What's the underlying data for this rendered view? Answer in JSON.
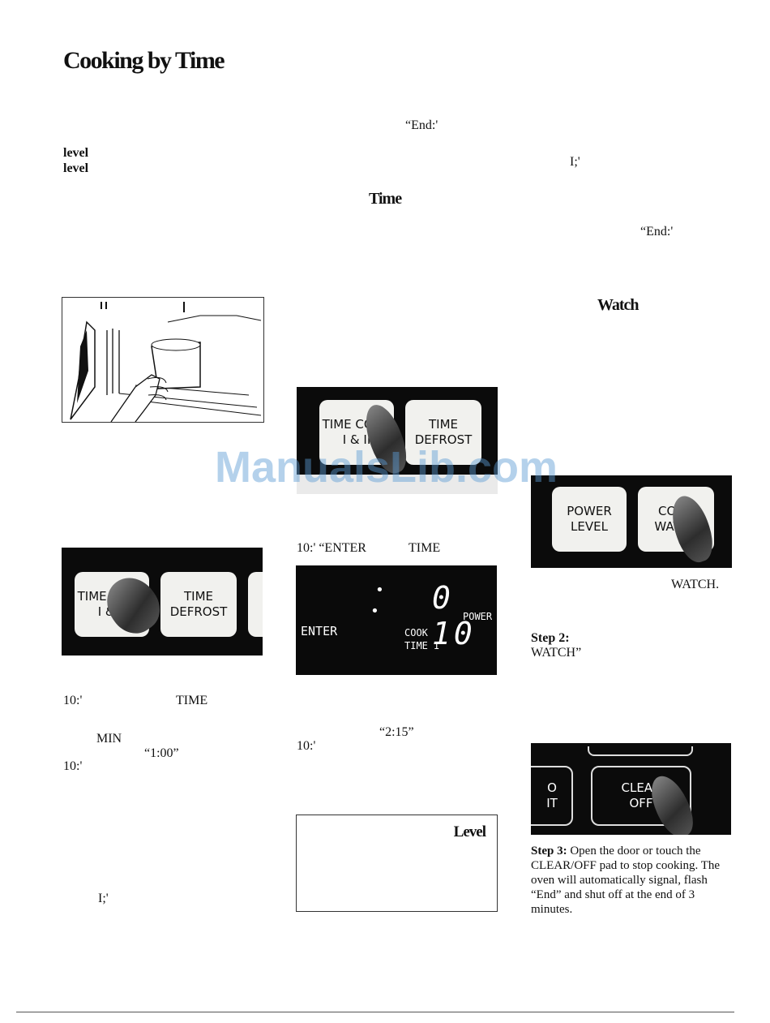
{
  "title": "Cooking by Time",
  "col1": {
    "level_line1": "level",
    "level_line2": "level",
    "t1": "10:'",
    "t1b": "TIME",
    "min": "MIN",
    "one": "“1:00”",
    "t2": "10:'",
    "i": "I;'"
  },
  "col2": {
    "end": "“End:'",
    "time_head": "Time",
    "enter_line_a": "10:' “ENTER",
    "enter_line_b": "TIME",
    "two15": "“2:15”",
    "ten": "10:'",
    "level_box": "Level"
  },
  "col3": {
    "i": "I;'",
    "end": "“End:'",
    "watch_head": "Watch",
    "watch_caps": "WATCH.",
    "step2_label": "Step 2:",
    "step2_text": "WATCH”",
    "step3_label": "Step 3:",
    "step3_text": "Open the door or touch the CLEAR/OFF pad to stop cooking. The oven will automatically signal, flash “End” and shut off at the end of 3 minutes."
  },
  "pads": {
    "time_cook": "TIME COOK I & II",
    "time_defrost_a": "TIME",
    "time_defrost_b": "DEFROST",
    "power_a": "POWER",
    "power_b": "LEVEL",
    "cook_watch_a": "COOK",
    "cook_watch_b": "WATCH",
    "clear_a": "CLEAR",
    "clear_b": "OFF",
    "edge_a": "O",
    "edge_b": "IT"
  },
  "display": {
    "digits": "0 10",
    "power": "POWER",
    "enter": "ENTER",
    "cook": "COOK",
    "time": "TIME I"
  },
  "watermark": "ManualsLib.com"
}
